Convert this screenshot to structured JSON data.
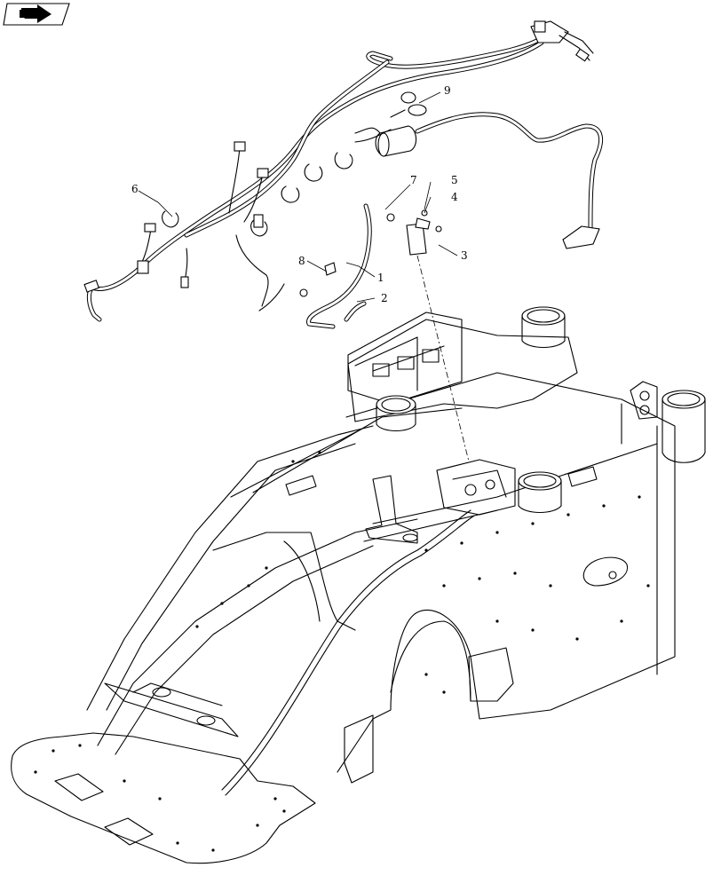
{
  "nav_icon": {
    "name": "view-direction-arrow-icon"
  },
  "callouts": [
    {
      "id": "c1",
      "label": "1"
    },
    {
      "id": "c2",
      "label": "2"
    },
    {
      "id": "c3",
      "label": "3"
    },
    {
      "id": "c4",
      "label": "4"
    },
    {
      "id": "c5",
      "label": "5"
    },
    {
      "id": "c6",
      "label": "6"
    },
    {
      "id": "c7",
      "label": "7"
    },
    {
      "id": "c8",
      "label": "8"
    },
    {
      "id": "c9",
      "label": "9"
    }
  ]
}
